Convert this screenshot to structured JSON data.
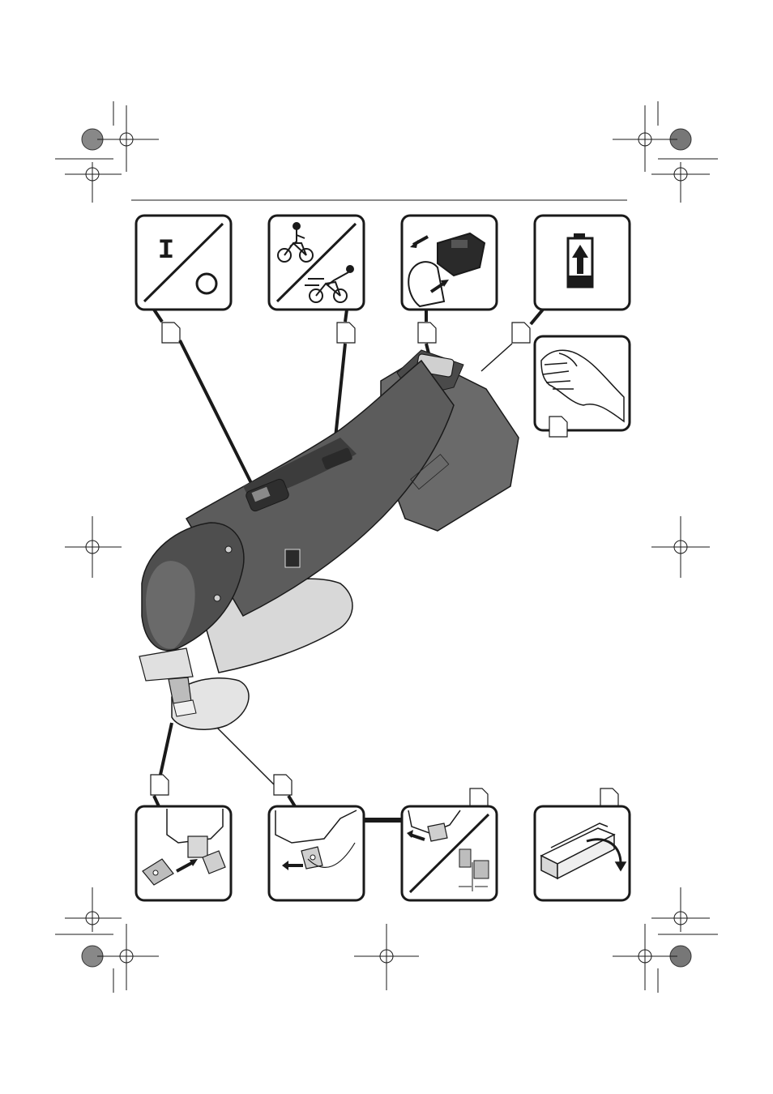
{
  "page": {
    "title": "",
    "description_panels": [
      {
        "id": "on-off",
        "icon": "on-off-switch-icon",
        "glyph": "I"
      },
      {
        "id": "speed",
        "icon": "speed-control-icon"
      },
      {
        "id": "battery-insert",
        "icon": "battery-insert-icon"
      },
      {
        "id": "battery-charge",
        "icon": "battery-charge-level-icon"
      },
      {
        "id": "wrist",
        "icon": "hand-vibration-icon"
      },
      {
        "id": "blade-change-1",
        "icon": "blade-replace-icon"
      },
      {
        "id": "blade-change-2",
        "icon": "blade-slide-icon"
      },
      {
        "id": "cutting-gap",
        "icon": "cutting-gap-no-icon"
      },
      {
        "id": "packaging",
        "icon": "case-open-icon"
      }
    ],
    "colors": {
      "line": "#1a1a1a",
      "tool_body": "#5a5a5a",
      "tool_dark": "#3a3a3a",
      "tool_light": "#cfcfcf"
    }
  }
}
